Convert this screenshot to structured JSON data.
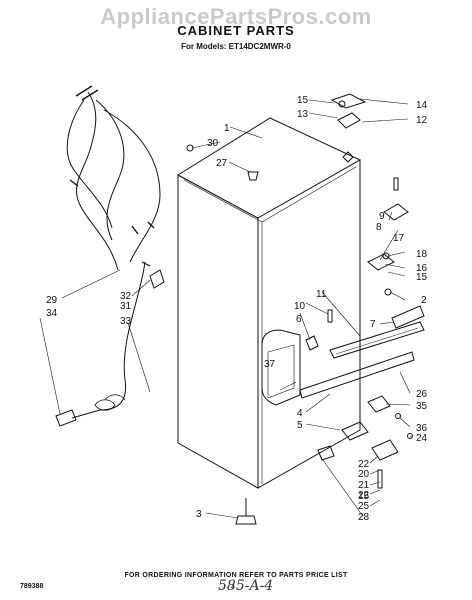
{
  "header": {
    "watermark": "AppliancePartsPros.com",
    "title": "CABINET PARTS",
    "models": "For Models: ET14DC2MWR-0"
  },
  "callouts": [
    {
      "id": "c1",
      "text": "1"
    },
    {
      "id": "c2",
      "text": "2"
    },
    {
      "id": "c3",
      "text": "3"
    },
    {
      "id": "c4",
      "text": "4"
    },
    {
      "id": "c5",
      "text": "5"
    },
    {
      "id": "c6",
      "text": "6"
    },
    {
      "id": "c7",
      "text": "7"
    },
    {
      "id": "c8",
      "text": "8"
    },
    {
      "id": "c9",
      "text": "9"
    },
    {
      "id": "c10",
      "text": "10"
    },
    {
      "id": "c11",
      "text": "11"
    },
    {
      "id": "c12",
      "text": "12"
    },
    {
      "id": "c13",
      "text": "13"
    },
    {
      "id": "c14",
      "text": "14"
    },
    {
      "id": "c15a",
      "text": "15"
    },
    {
      "id": "c15b",
      "text": "15"
    },
    {
      "id": "c15c",
      "text": "15"
    },
    {
      "id": "c16",
      "text": "16"
    },
    {
      "id": "c17",
      "text": "17"
    },
    {
      "id": "c18",
      "text": "18"
    },
    {
      "id": "c20",
      "text": "20"
    },
    {
      "id": "c21",
      "text": "21"
    },
    {
      "id": "c22a",
      "text": "22"
    },
    {
      "id": "c22b",
      "text": "22"
    },
    {
      "id": "c24",
      "text": "24"
    },
    {
      "id": "c25",
      "text": "25"
    },
    {
      "id": "c26",
      "text": "26"
    },
    {
      "id": "c27",
      "text": "27"
    },
    {
      "id": "c28",
      "text": "28"
    },
    {
      "id": "c29",
      "text": "29"
    },
    {
      "id": "c30",
      "text": "30"
    },
    {
      "id": "c31",
      "text": "31"
    },
    {
      "id": "c32",
      "text": "32"
    },
    {
      "id": "c33",
      "text": "33"
    },
    {
      "id": "c34",
      "text": "34"
    },
    {
      "id": "c35",
      "text": "35"
    },
    {
      "id": "c36",
      "text": "36"
    },
    {
      "id": "c37",
      "text": "37"
    }
  ],
  "footer": {
    "instruction": "FOR ORDERING INFORMATION REFER TO PARTS PRICE LIST",
    "doc_number": "789388",
    "page": "4",
    "handwritten": "585-A-4"
  },
  "colors": {
    "ink": "#111111",
    "watermark": "#c9c9c9"
  }
}
